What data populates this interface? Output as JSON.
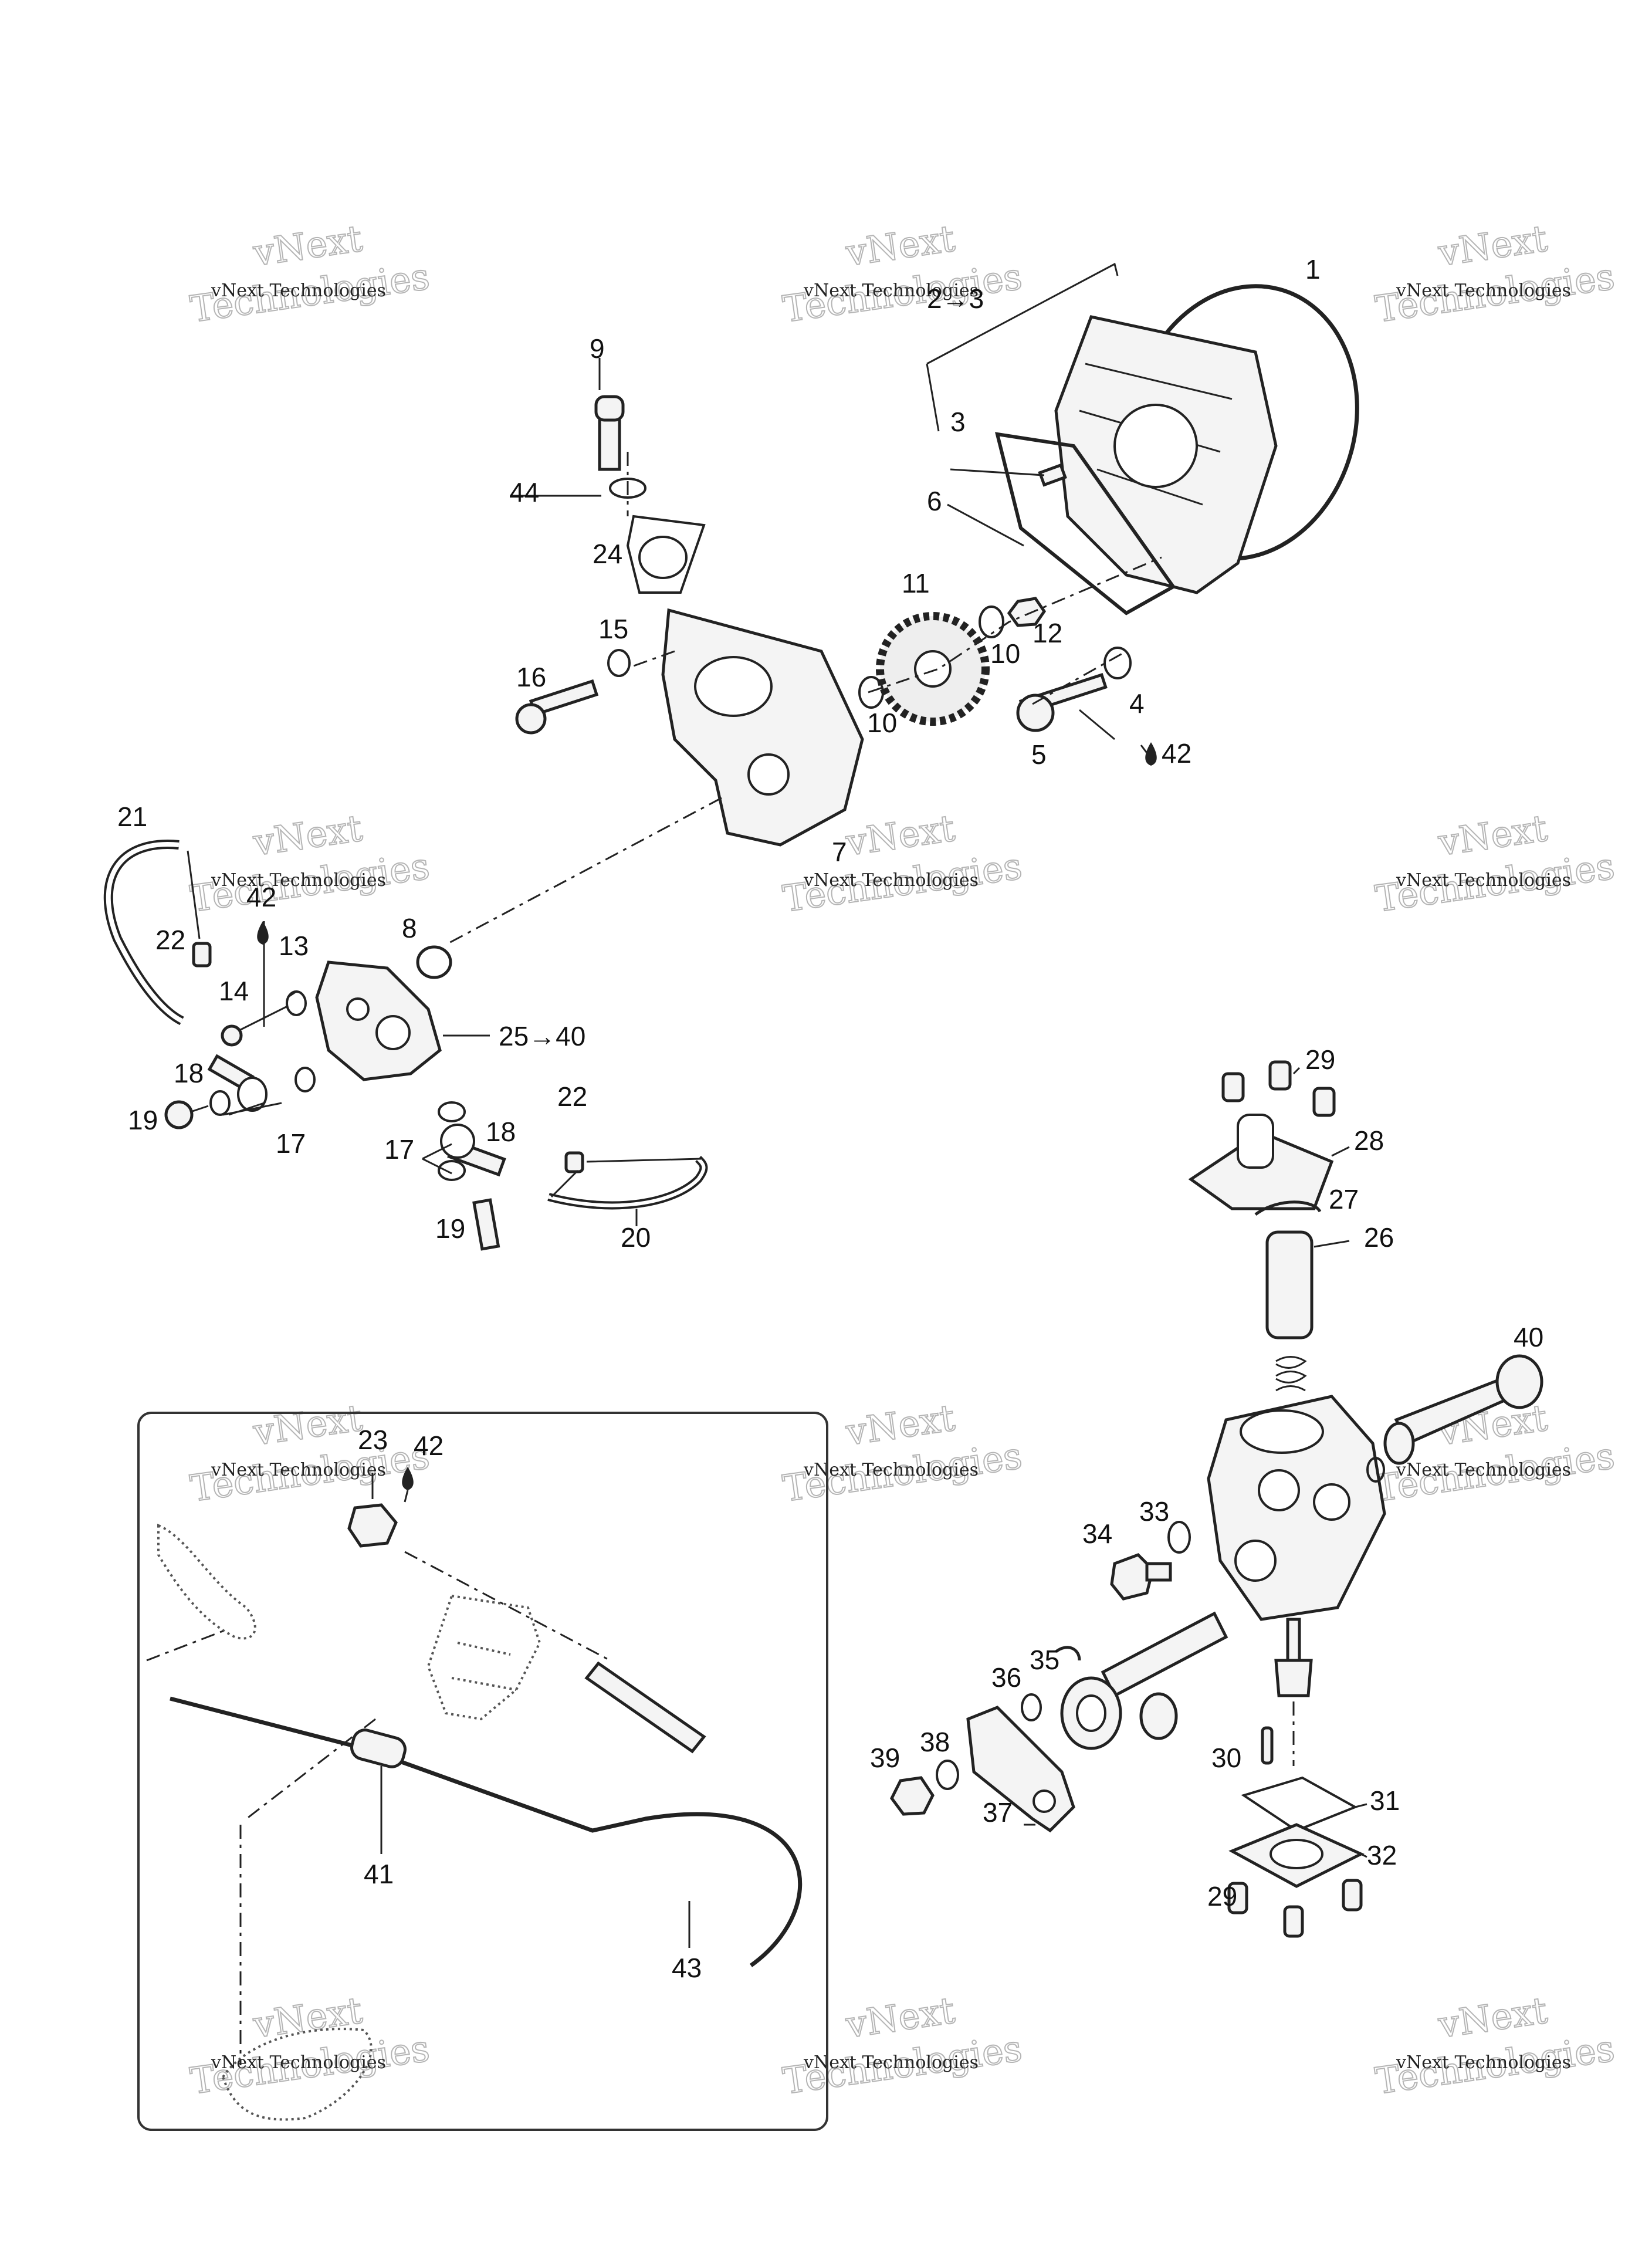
{
  "watermark": {
    "line1": "vNext Technologies",
    "line2": "vNext",
    "line3": "Technologies"
  },
  "callouts": {
    "c1": "1",
    "c2": "2→3",
    "c3": "3",
    "c4": "4",
    "c5": "5",
    "c6": "6",
    "c7": "7",
    "c8": "8",
    "c9": "9",
    "c10a": "10",
    "c10b": "10",
    "c11": "11",
    "c12": "12",
    "c13": "13",
    "c14": "14",
    "c15": "15",
    "c16": "16",
    "c17a": "17",
    "c17b": "17",
    "c18a": "18",
    "c18b": "18",
    "c19a": "19",
    "c19b": "19",
    "c20": "20",
    "c21": "21",
    "c22a": "22",
    "c22b": "22",
    "c23": "23",
    "c24": "24",
    "c25": "25→40",
    "c26": "26",
    "c27": "27",
    "c28": "28",
    "c29a": "29",
    "c29b": "29",
    "c30": "30",
    "c31": "31",
    "c32": "32",
    "c33": "33",
    "c34": "34",
    "c35": "35",
    "c36": "36",
    "c37": "37",
    "c38": "38",
    "c39": "39",
    "c40": "40",
    "c41": "41",
    "c42a": "42",
    "c42b": "42",
    "c42c": "42",
    "c43": "43",
    "c44": "44"
  },
  "colors": {
    "ink": "#222222",
    "watermark": "#b5b5b5"
  }
}
